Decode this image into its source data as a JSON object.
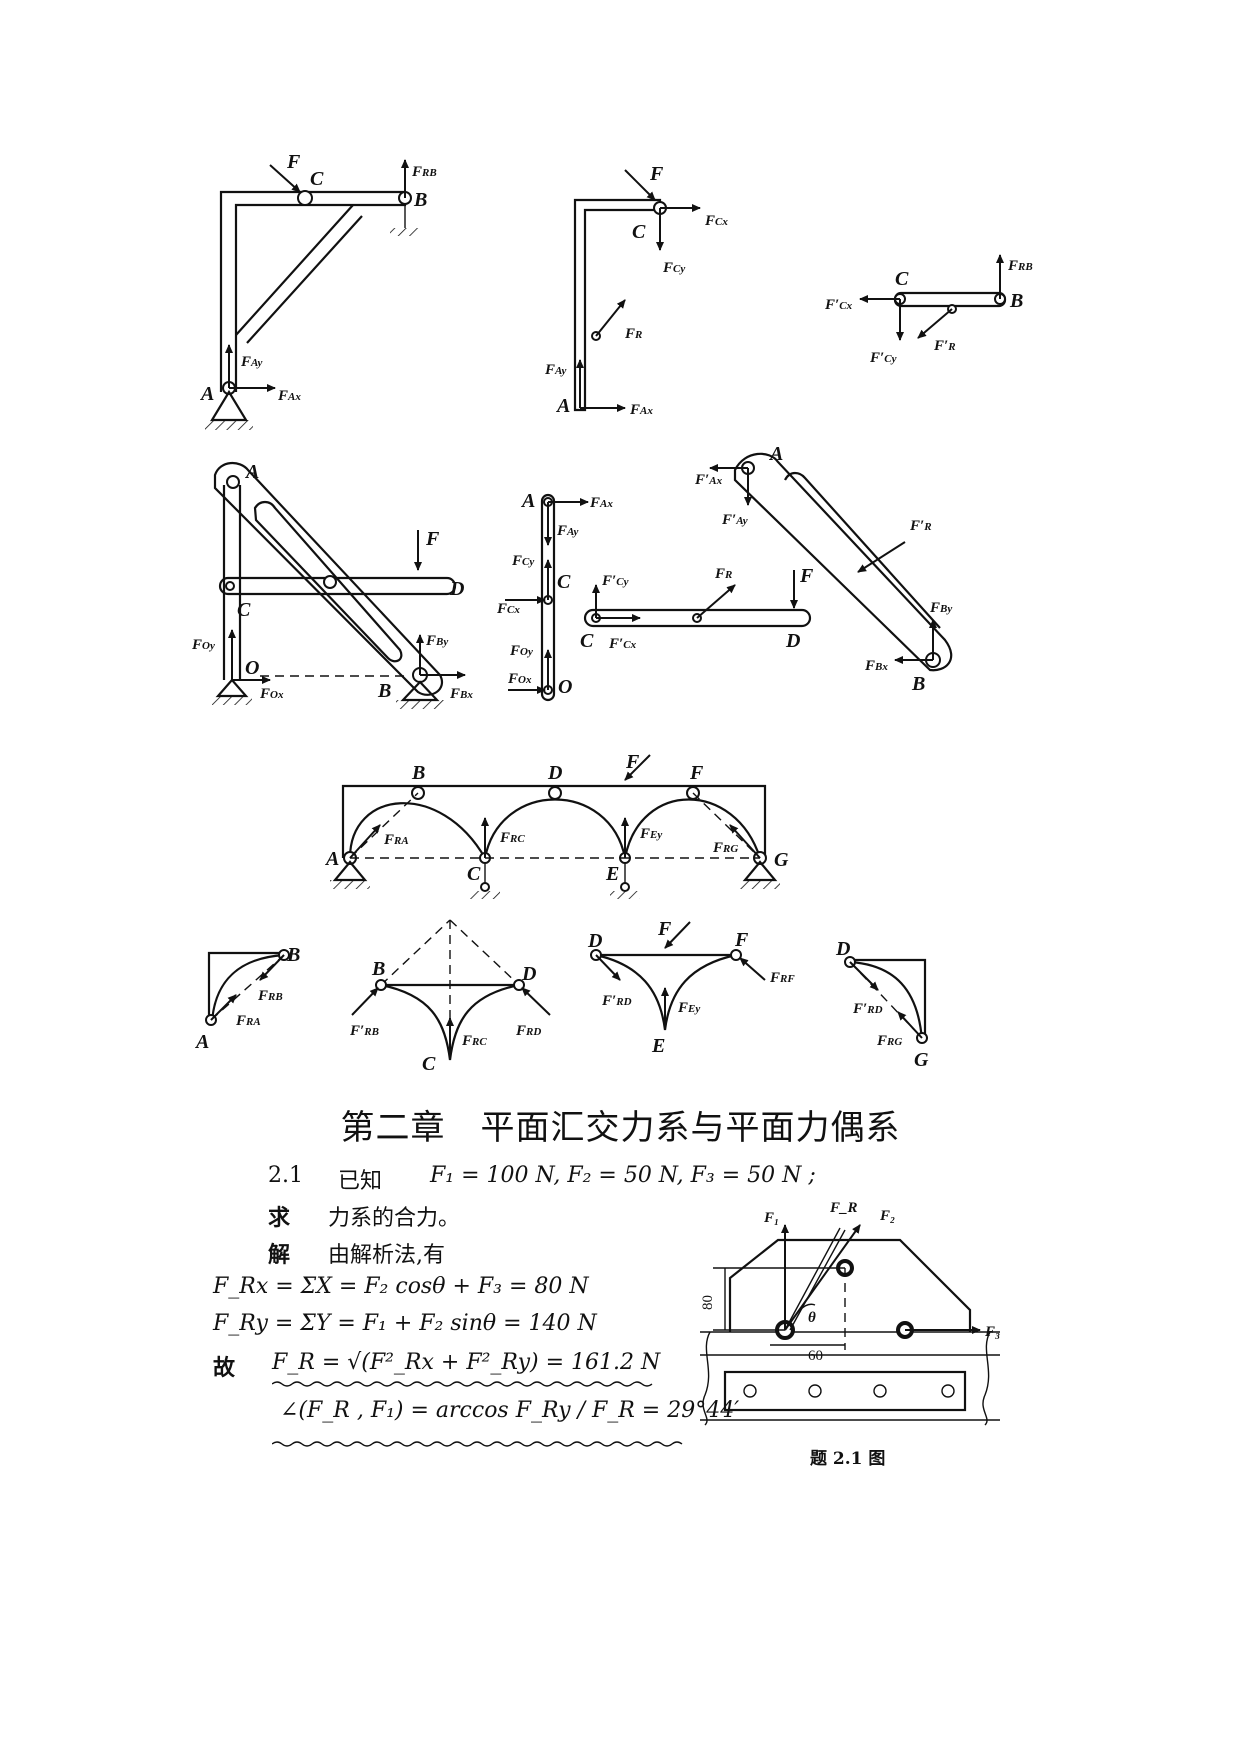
{
  "chapter_title": "第二章　平面汇交力系与平面力偶系",
  "problem": {
    "number": "2.1",
    "given_label": "已知",
    "given": "F₁ = 100 N, F₂ = 50 N, F₃ = 50 N ;",
    "ask_label": "求",
    "ask": "力系的合力。",
    "solution_label": "解",
    "solution_intro": "由解析法,有",
    "eq1": "F_Rx = ΣX = F₂ cosθ + F₃ = 80 N",
    "eq2": "F_Ry = ΣY = F₁ + F₂ sinθ = 140 N",
    "therefore_label": "故",
    "eq3": "F_R = √(F²_Rx + F²_Ry) = 161.2 N",
    "eq4": "∠(F_R , F₁) = arccos F_Ry / F_R = 29°44′",
    "figure_caption": "题 2.1 图",
    "figure_labels": {
      "f1": "F₁",
      "fr": "F_R",
      "f2": "F₂",
      "f3": "F₃",
      "dim_v": "80",
      "dim_h": "60",
      "theta": "θ"
    }
  },
  "diagram_labels": {
    "frame1": [
      "F",
      "C",
      "F_RB",
      "B",
      "F_Ay",
      "A",
      "F_Ax"
    ],
    "frame1_part": [
      "F",
      "C",
      "F_Cx",
      "F_Cy",
      "F_R",
      "F_Ay",
      "A",
      "F_Ax"
    ],
    "frame1_rod": [
      "C",
      "F_RB",
      "F′_Cx",
      "B",
      "F′_Cy",
      "F′_R"
    ],
    "frame2": [
      "A",
      "F",
      "D",
      "C",
      "F_Oy",
      "O",
      "F_Ox",
      "F_By",
      "B",
      "F_Bx"
    ],
    "frame2_post": [
      "A",
      "F_Ax",
      "F_Ay",
      "F_Cy",
      "C",
      "F_Cx",
      "F_Oy",
      "F_Ox",
      "O"
    ],
    "frame2_bar": [
      "F′_Cy",
      "F_R",
      "F",
      "C",
      "F′_Cx",
      "D"
    ],
    "frame2_slot": [
      "F′_Ax",
      "A",
      "F′_Ay",
      "F′_R",
      "F_By",
      "F_Bx",
      "B"
    ],
    "arch": [
      "B",
      "D",
      "F",
      "F",
      "A",
      "F_RA",
      "F_RC",
      "F_Ey",
      "F_RG",
      "G",
      "C",
      "E"
    ],
    "arch_parts": [
      "B",
      "F_RB",
      "F_RA",
      "A",
      "B",
      "D",
      "F′_RB",
      "F_RC",
      "F_RD",
      "C",
      "D",
      "F",
      "F",
      "F′_RD",
      "F_Ey",
      "F_RF",
      "E",
      "D",
      "F′_RD",
      "F_RG",
      "G"
    ]
  }
}
